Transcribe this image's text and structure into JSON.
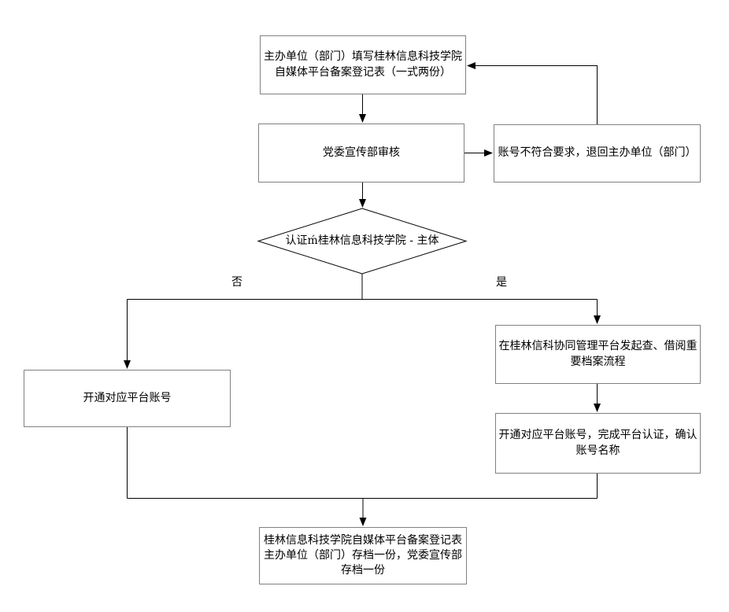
{
  "diagram": {
    "nodes": {
      "fill_form": {
        "label": "主办单位（部门）填写桂林信息科技学院\n自媒体平台备案登记表（一式两份）"
      },
      "review": {
        "label": "党委宣传部审核"
      },
      "reject": {
        "label": "账号不符合要求，退回主办单位（部门）"
      },
      "decision": {
        "label": "认证ḿ桂林信息科技学院 - 主体"
      },
      "open_account_no": {
        "label": "开通对应平台账号"
      },
      "archive_process": {
        "label": "在桂林信科协同管理平台发起查、借阅重\n要档案流程"
      },
      "open_account_yes": {
        "label": "开通对应平台账号，完成平台认证，确认\n账号名称"
      },
      "final_archive": {
        "label": "桂林信息科技学院自媒体平台备案登记表\n主办单位（部门）存档一份，党委宣传部\n存档一份"
      }
    },
    "edge_labels": {
      "no": "否",
      "yes": "是"
    },
    "colors": {
      "background": "#ffffff",
      "box_border": "#808080",
      "line": "#000000",
      "text": "#000000"
    }
  }
}
